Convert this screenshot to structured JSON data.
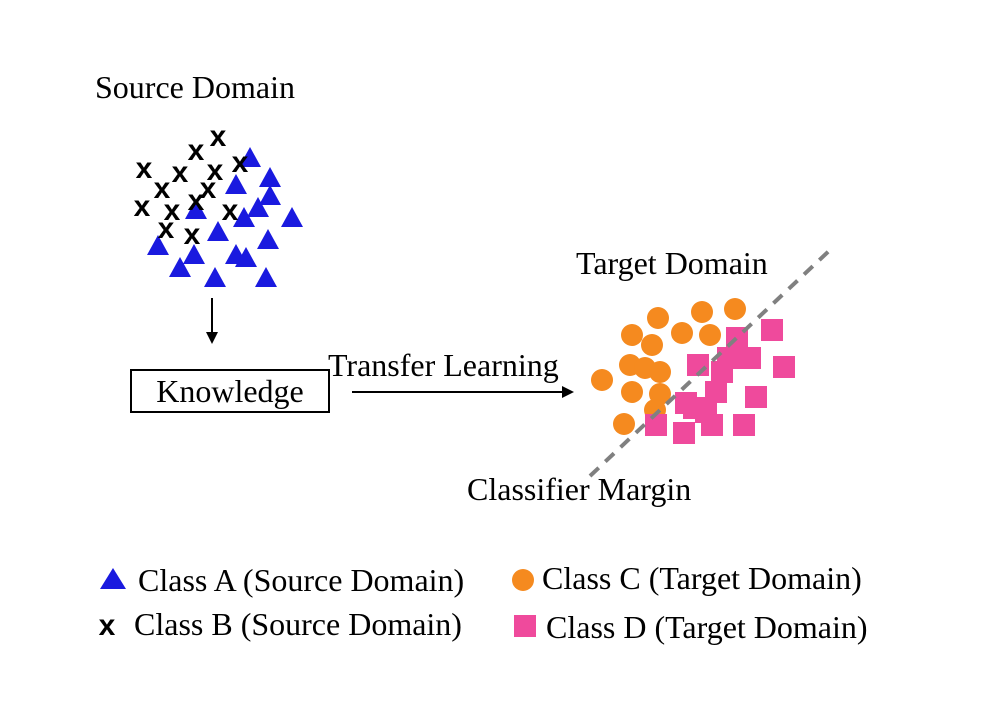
{
  "source_title": "Source Domain",
  "target_title": "Target Domain",
  "knowledge_label": "Knowledge",
  "transfer_label": "Transfer Learning",
  "margin_label": "Classifier Margin",
  "colors": {
    "class_a": "#1a1adf",
    "class_b": "#000000",
    "class_c": "#f58a1f",
    "class_d": "#ef4a9c",
    "margin_line": "#808080"
  },
  "legend": {
    "class_a": "Class A (Source Domain)",
    "class_b": "Class B (Source Domain)",
    "class_c": "Class C (Target Domain)",
    "class_d": "Class D (Target Domain)"
  },
  "legend_glyphs": {
    "class_b": "x"
  }
}
